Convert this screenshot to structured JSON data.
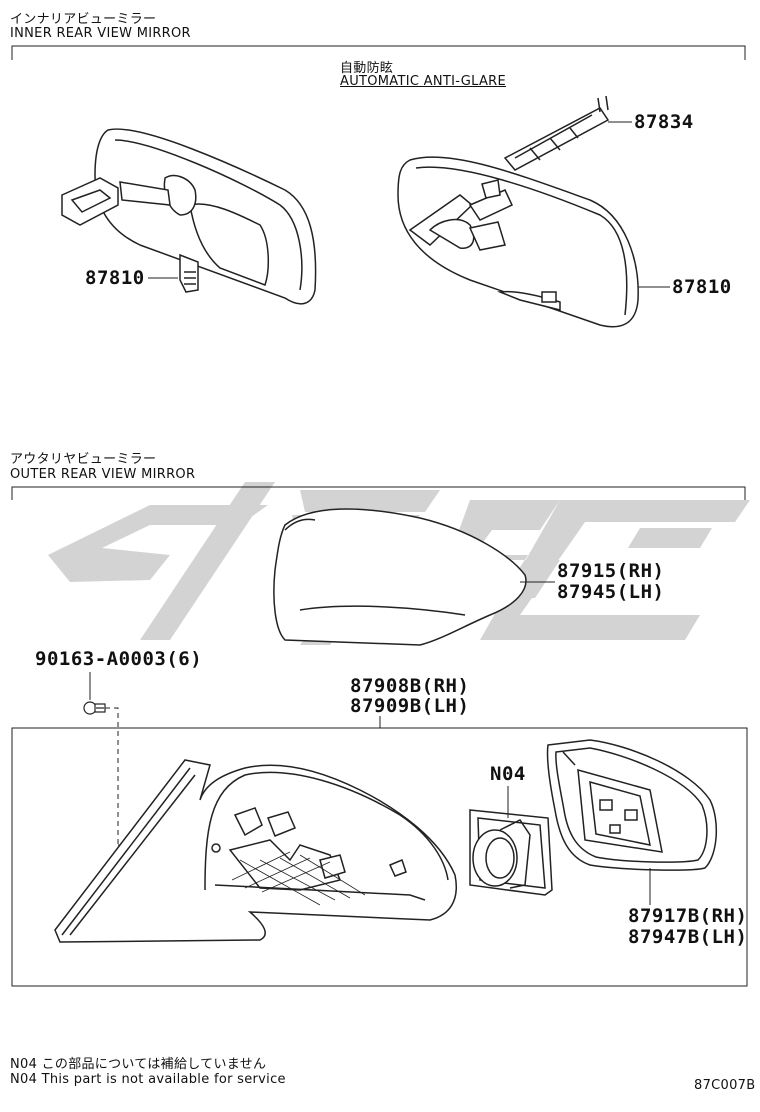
{
  "inner_section": {
    "title_jp": "インナリアビューミラー",
    "title_en": "INNER REAR VIEW MIRROR",
    "sub_jp": "自動防眩",
    "sub_en": "AUTOMATIC ANTI-GLARE",
    "parts": {
      "p87834": "87834",
      "p87810_left": "87810",
      "p87810_right": "87810"
    }
  },
  "outer_section": {
    "title_jp": "アウタリヤビューミラー",
    "title_en": "OUTER REAR VIEW MIRROR",
    "parts": {
      "cover_rh": "87915(RH)",
      "cover_lh": "87945(LH)",
      "screw": "90163-A0003(6)",
      "assy_rh": "87908B(RH)",
      "assy_lh": "87909B(LH)",
      "n04": "N04",
      "glass_rh": "87917B(RH)",
      "glass_lh": "87947B(LH)"
    }
  },
  "notes": {
    "jp": "N04 この部品については補給していません",
    "en": "N04 This part is not available for service"
  },
  "figure_code": "87C007B"
}
